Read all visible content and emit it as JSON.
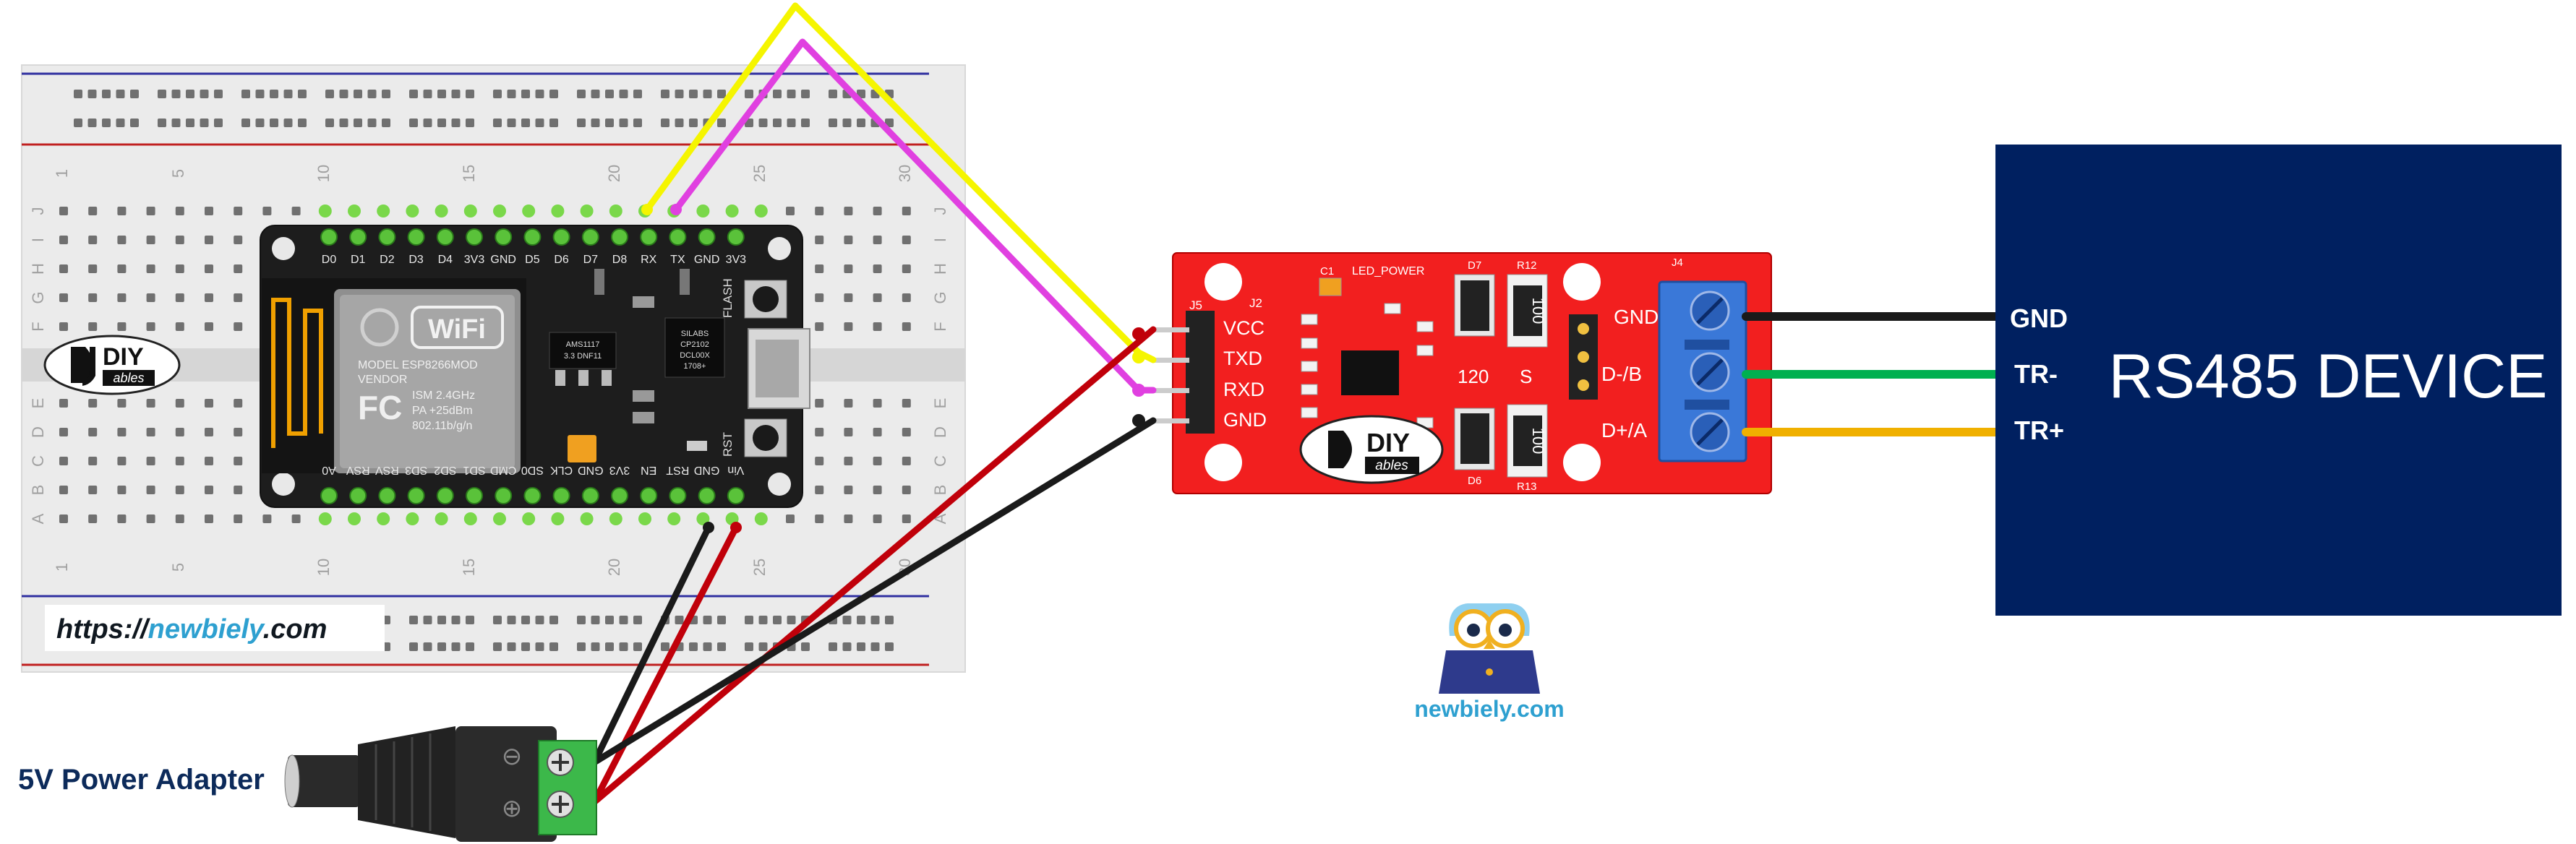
{
  "breadboard": {
    "column_numbers": [
      "1",
      "5",
      "10",
      "15",
      "20",
      "25",
      "30"
    ],
    "row_letters_top": [
      "J",
      "I",
      "H",
      "G",
      "F"
    ],
    "row_letters_bottom": [
      "E",
      "D",
      "C",
      "B",
      "A"
    ]
  },
  "url_box": {
    "prefix": "https://",
    "name": "newbiely",
    "suffix": ".com"
  },
  "diy_logo": {
    "line1": "DIY",
    "line2": "ables"
  },
  "esp8266": {
    "top_pins": [
      "D0",
      "D1",
      "D2",
      "D3",
      "D4",
      "3V3",
      "GND",
      "D5",
      "D6",
      "D7",
      "D8",
      "RX",
      "TX",
      "GND",
      "3V3"
    ],
    "bottom_pins": [
      "A0",
      "RSV",
      "RSV",
      "SD3",
      "SD2",
      "SD1",
      "CMD",
      "SD0",
      "CLK",
      "GND",
      "3V3",
      "EN",
      "RST",
      "GND",
      "Vin"
    ],
    "wifi_text": "WiFi",
    "module_text": [
      "MODEL   ESP8266MOD",
      "VENDOR",
      "ISM 2.4GHz",
      "PA +25dBm",
      "802.11b/g/n"
    ],
    "flash_label": "FLASH",
    "rst_label": "RST",
    "reg_text": [
      "AMS1117",
      "3.3 DNF11"
    ],
    "usb_chip_text": [
      "SILABS",
      "CP2102",
      "DCL00X",
      "1708+"
    ]
  },
  "rs485_module": {
    "left_pins": [
      "VCC",
      "TXD",
      "RXD",
      "GND"
    ],
    "right_pins": [
      "GND",
      "D-/B",
      "D+/A"
    ],
    "header_labels": {
      "j5": "J5",
      "j2": "J2",
      "j4": "J4",
      "c1": "C1",
      "led_power": "LED_POWER",
      "d7": "D7",
      "r12": "R12",
      "d6": "D6",
      "r13": "R13",
      "s": "S",
      "value_120": "120"
    },
    "resistor_value": "100"
  },
  "device": {
    "title": "RS485 DEVICE",
    "pins": [
      "GND",
      "TR-",
      "TR+"
    ],
    "bg_color": "#002060"
  },
  "power_adapter": {
    "label": "5V Power Adapter",
    "terminal_symbols": [
      "⊖",
      "⊕"
    ]
  },
  "newbiely_badge": {
    "text": "newbiely.com"
  },
  "colors": {
    "wire_yellow": "#f5f500",
    "wire_magenta": "#e040e0",
    "wire_red": "#c0000a",
    "wire_black": "#1a1a1a",
    "wire_green": "#00b050",
    "wire_orange": "#f0b000",
    "module_red": "#f21f1f",
    "terminal_blue": "#3a78d8"
  }
}
